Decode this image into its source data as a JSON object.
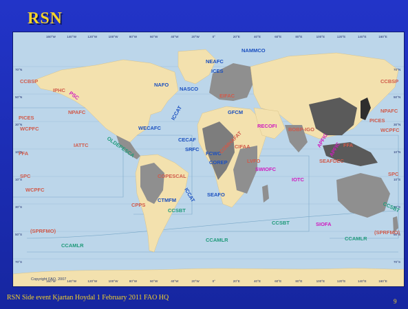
{
  "slide": {
    "title": "RSN",
    "footer": "RSN Side event Kjartan Hoydal 1 February 2011 FAO HQ",
    "page_number": "9",
    "copyright": "Copyright FAO, 2007"
  },
  "map": {
    "top_ticks": [
      "160°W",
      "140°W",
      "120°W",
      "100°W",
      "80°W",
      "60°W",
      "40°W",
      "20°W",
      "0°",
      "20°E",
      "40°E",
      "60°E",
      "80°E",
      "100°E",
      "120°E",
      "140°E",
      "160°E"
    ],
    "side_ticks": [
      "70°N",
      "50°N",
      "30°N",
      "10°N",
      "10°S",
      "30°S",
      "50°S",
      "70°S"
    ],
    "colors": {
      "ocean": "#bcd6ea",
      "land": "#f3e1ae",
      "member": "#8f8f8f",
      "dark_member": "#5a5a5a",
      "blue": "#1a4fbf",
      "red": "#d05a4a",
      "magenta": "#d01abf",
      "teal": "#1f9a7a"
    },
    "labels": [
      {
        "text": "NAMMCO",
        "color": "blue"
      },
      {
        "text": "NEAFC",
        "color": "blue"
      },
      {
        "text": "ICES",
        "color": "blue"
      },
      {
        "text": "NAFO",
        "color": "blue"
      },
      {
        "text": "NASCO",
        "color": "blue"
      },
      {
        "text": "EIFAC",
        "color": "red"
      },
      {
        "text": "GFCM",
        "color": "blue"
      },
      {
        "text": "CCBSP",
        "color": "red"
      },
      {
        "text": "IPHC",
        "color": "red"
      },
      {
        "text": "PSC",
        "color": "magenta"
      },
      {
        "text": "PICES",
        "color": "red"
      },
      {
        "text": "NPAFC",
        "color": "red"
      },
      {
        "text": "WCPFC",
        "color": "red"
      },
      {
        "text": "ICCAT",
        "color": "blue"
      },
      {
        "text": "WECAFC",
        "color": "blue"
      },
      {
        "text": "OLDEPESCA",
        "color": "teal"
      },
      {
        "text": "CECAF",
        "color": "blue"
      },
      {
        "text": "SRFC",
        "color": "blue"
      },
      {
        "text": "FCWC",
        "color": "blue"
      },
      {
        "text": "COREP",
        "color": "blue"
      },
      {
        "text": "CIFAA",
        "color": "red"
      },
      {
        "text": "COMHAFAT",
        "color": "red"
      },
      {
        "text": "LVFO",
        "color": "red"
      },
      {
        "text": "RECOFI",
        "color": "magenta"
      },
      {
        "text": "BOBP-IGO",
        "color": "red"
      },
      {
        "text": "APFIC",
        "color": "magenta"
      },
      {
        "text": "SEAFDEC",
        "color": "red"
      },
      {
        "text": "FFA",
        "color": "red"
      },
      {
        "text": "IATTC",
        "color": "red"
      },
      {
        "text": "COPESCAL",
        "color": "red"
      },
      {
        "text": "SWIOFC",
        "color": "magenta"
      },
      {
        "text": "IOTC",
        "color": "magenta"
      },
      {
        "text": "CCBSP",
        "color": "red"
      },
      {
        "text": "NPAFC",
        "color": "red"
      },
      {
        "text": "PICES",
        "color": "red"
      },
      {
        "text": "WCPFC",
        "color": "red"
      },
      {
        "text": "FFA",
        "color": "red"
      },
      {
        "text": "SPC",
        "color": "red"
      },
      {
        "text": "SPC",
        "color": "red"
      },
      {
        "text": "WCPFC",
        "color": "red"
      },
      {
        "text": "CCSBT",
        "color": "teal"
      },
      {
        "text": "CTMFM",
        "color": "blue"
      },
      {
        "text": "CPPS",
        "color": "red"
      },
      {
        "text": "ICCAT",
        "color": "blue"
      },
      {
        "text": "SEAFO",
        "color": "blue"
      },
      {
        "text": "CCSBT",
        "color": "teal"
      },
      {
        "text": "(SPRFMO)",
        "color": "red"
      },
      {
        "text": "CCSBT",
        "color": "teal"
      },
      {
        "text": "SIOFA",
        "color": "magenta"
      },
      {
        "text": "CCSBT",
        "color": "teal"
      },
      {
        "text": "CCAMLR",
        "color": "teal"
      },
      {
        "text": "CCAMLR",
        "color": "teal"
      },
      {
        "text": "CCAMLR",
        "color": "teal"
      },
      {
        "text": "(SPRFMO)",
        "color": "red"
      },
      {
        "text": "APFIC",
        "color": "magenta"
      }
    ]
  }
}
